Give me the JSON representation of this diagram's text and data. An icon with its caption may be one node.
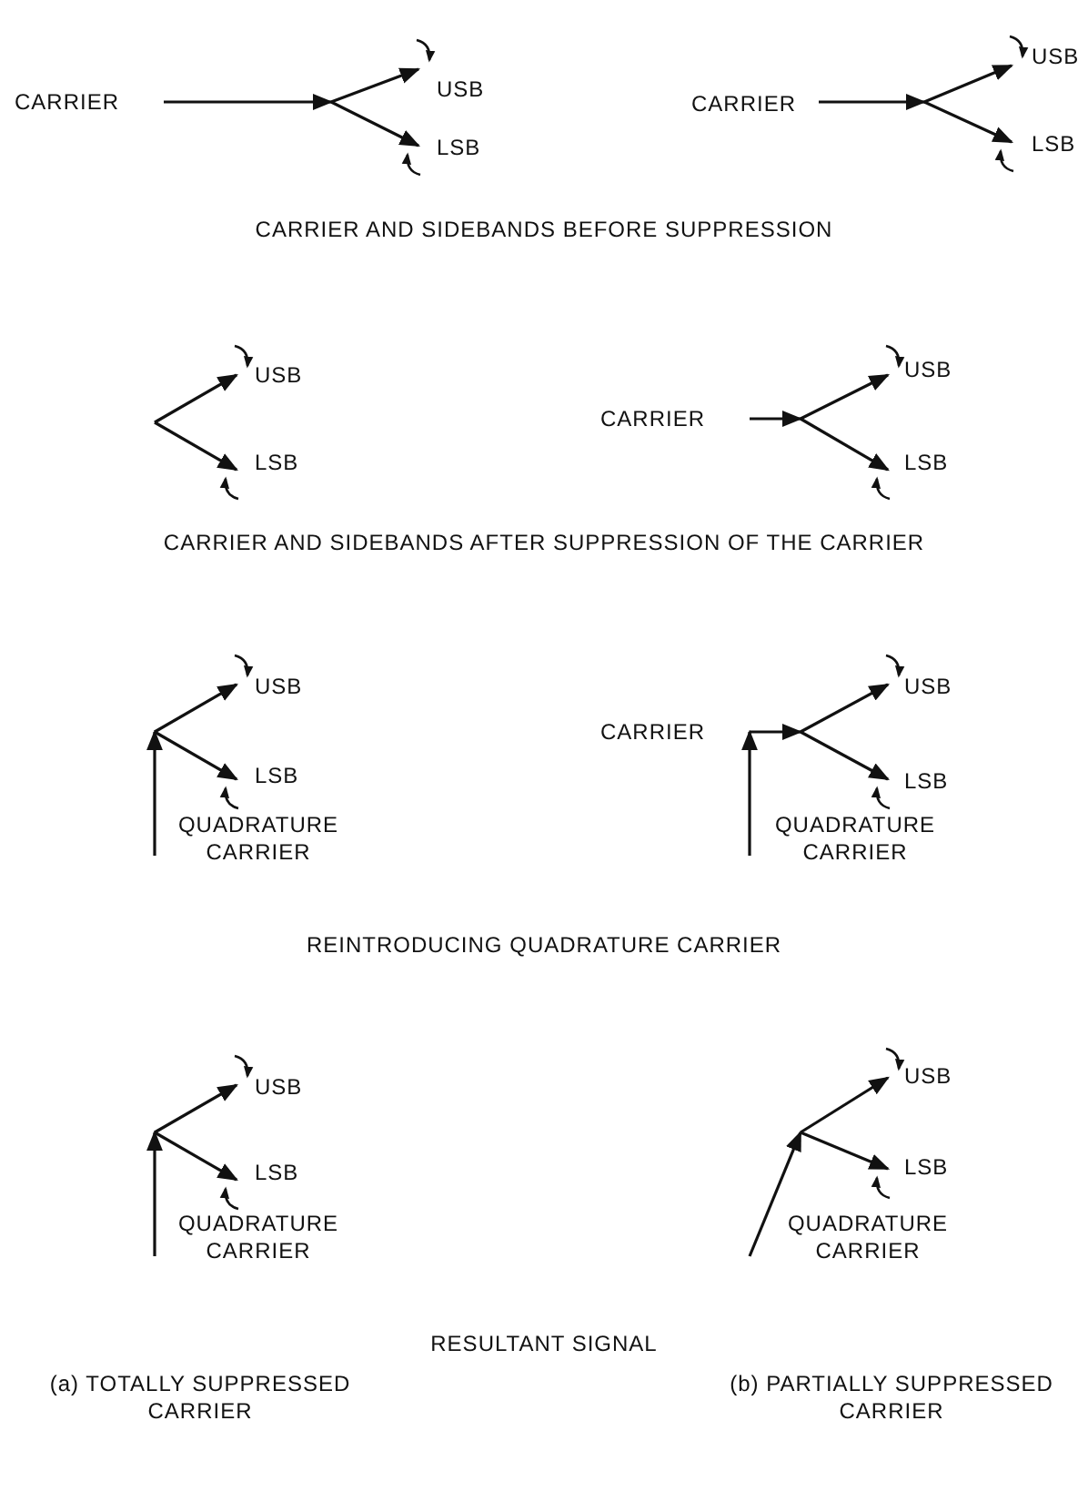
{
  "diagram": {
    "labels": [
      "CARRIER",
      "USB",
      "LSB",
      "CARRIER",
      "USB",
      "LSB",
      "CARRIER AND SIDEBANDS BEFORE SUPPRESSION",
      "USB",
      "LSB",
      "CARRIER",
      "USB",
      "LSB",
      "CARRIER AND SIDEBANDS AFTER SUPPRESSION OF THE CARRIER",
      "USB",
      "CARRIER",
      "USB",
      "LSB",
      "LSB",
      "QUADRATURE CARRIER",
      "QUADRATURE CARRIER",
      "REINTRODUCING QUADRATURE CARRIER",
      "USB",
      "USB",
      "LSB",
      "LSB",
      "QUADRATURE CARRIER",
      "QUADRATURE CARRIER",
      "RESULTANT SIGNAL",
      "(a) TOTALLY SUPPRESSED CARRIER",
      "(b) PARTIALLY SUPPRESSED CARRIER"
    ]
  }
}
